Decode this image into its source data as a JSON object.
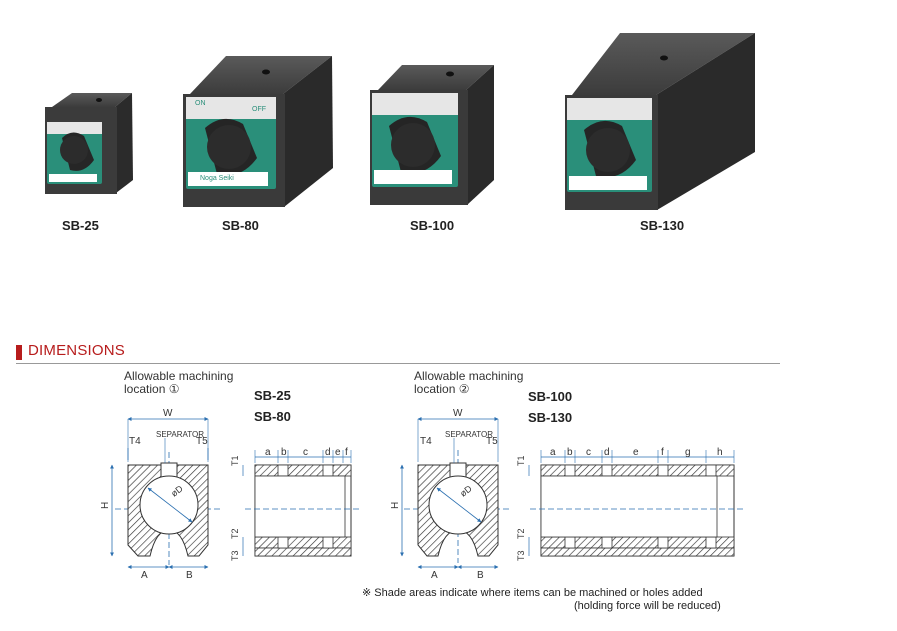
{
  "products": [
    {
      "model": "SB-25"
    },
    {
      "model": "SB-80"
    },
    {
      "model": "SB-100"
    },
    {
      "model": "SB-130"
    }
  ],
  "base_face": {
    "on_label": "ON",
    "off_label": "OFF",
    "brand_label": "Noga Seiki"
  },
  "section": {
    "title": "DIMENSIONS"
  },
  "diagrams": [
    {
      "caption_line1": "Allowable machining",
      "caption_line2": "location ①",
      "models": [
        "SB-25",
        "SB-80"
      ],
      "dims": {
        "w": "W",
        "t4": "T4",
        "t5": "T5",
        "separator": "SEPARATOR",
        "od": "øD",
        "h": "H",
        "a": "A",
        "b": "B",
        "t1": "T1",
        "t2": "T2",
        "t3": "T3",
        "side": [
          "a",
          "b",
          "c",
          "d",
          "e",
          "f"
        ]
      }
    },
    {
      "caption_line1": "Allowable machining",
      "caption_line2": "location ②",
      "models": [
        "SB-100",
        "SB-130"
      ],
      "dims": {
        "w": "W",
        "t4": "T4",
        "t5": "T5",
        "separator": "SEPARATOR",
        "od": "øD",
        "h": "H",
        "a": "A",
        "b": "B",
        "t1": "T1",
        "t2": "T2",
        "t3": "T3",
        "side": [
          "a",
          "b",
          "c",
          "d",
          "e",
          "f",
          "g",
          "h"
        ]
      }
    }
  ],
  "note": {
    "line1": "※ Shade areas indicate where items can be machined or holes added",
    "line2": "(holding force will be reduced)"
  },
  "colors": {
    "accent": "#b71c1c",
    "faceplate": "#2a8f7a",
    "body": "#3a3a3a",
    "dimension": "#2a6fb0"
  }
}
